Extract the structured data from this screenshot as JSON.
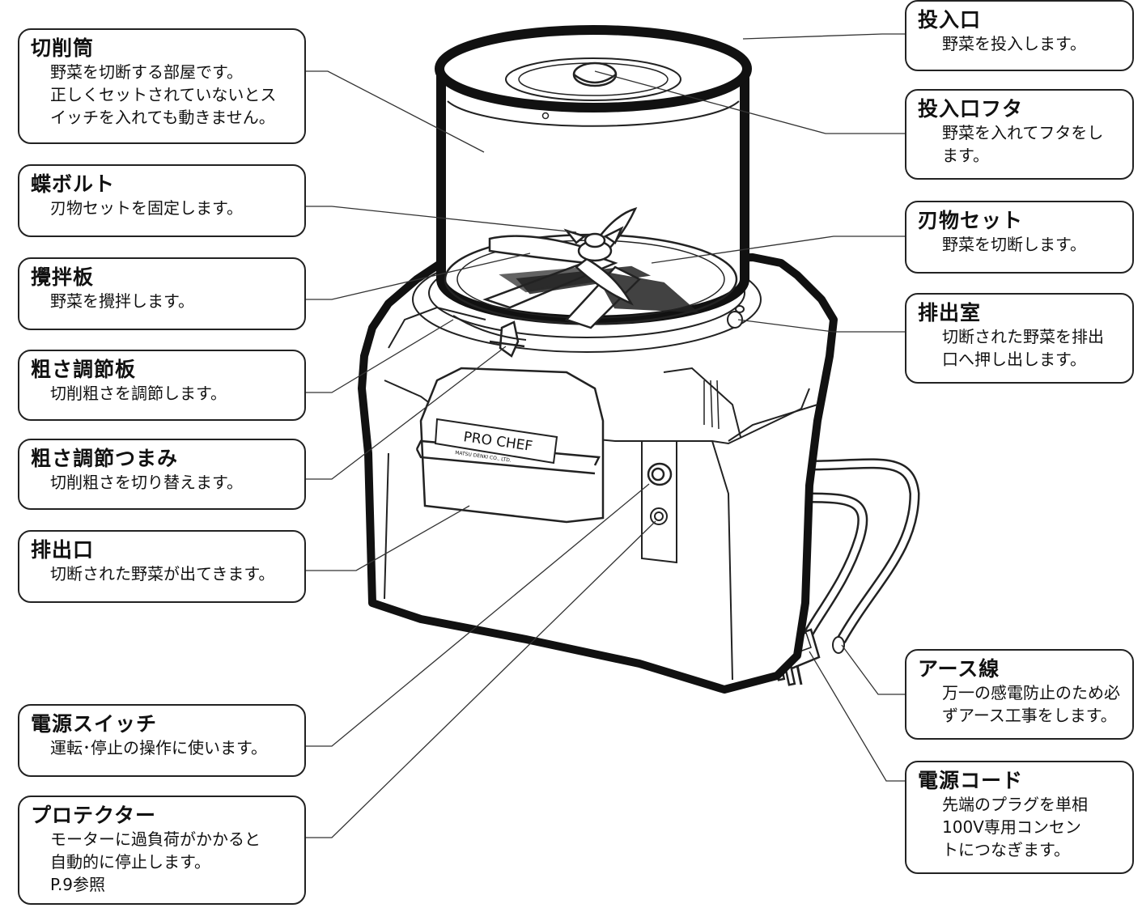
{
  "callouts": [
    {
      "id": "c0",
      "title": "切削筒",
      "desc": "野菜を切断する部屋です。\n正しくセットされていないとス\nイッチを入れても動きません。"
    },
    {
      "id": "c1",
      "title": "蝶ボルト",
      "desc": "刃物セットを固定します。"
    },
    {
      "id": "c2",
      "title": "攪拌板",
      "desc": "野菜を攪拌します。"
    },
    {
      "id": "c3",
      "title": "粗さ調節板",
      "desc": "切削粗さを調節します。"
    },
    {
      "id": "c4",
      "title": "粗さ調節つまみ",
      "desc": "切削粗さを切り替えます。"
    },
    {
      "id": "c5",
      "title": "排出口",
      "desc": "切断された野菜が出てきます。"
    },
    {
      "id": "c6",
      "title": "電源スイッチ",
      "desc": "運転･停止の操作に使います。"
    },
    {
      "id": "c7",
      "title": "プロテクター",
      "desc": "モーターに過負荷がかかると\n自動的に停止します。\nP.9参照"
    },
    {
      "id": "c8",
      "title": "投入口",
      "desc": "野菜を投入します。"
    },
    {
      "id": "c9",
      "title": "投入口フタ",
      "desc": "野菜を入れてフタをし\nます。"
    },
    {
      "id": "c10",
      "title": "刃物セット",
      "desc": "野菜を切断します。"
    },
    {
      "id": "c11",
      "title": "排出室",
      "desc": "切断された野菜を排出\n口へ押し出します。"
    },
    {
      "id": "c12",
      "title": "アース線",
      "desc": "万一の感電防止のため必\nずアース工事をします。"
    },
    {
      "id": "c13",
      "title": "電源コード",
      "desc": "先端のプラグを単相\n100V専用コンセン\nトにつなぎます。"
    }
  ],
  "machine": {
    "label_brand": "PRO CHEF",
    "label_sub": "MATSU DENKI CO., LTD."
  }
}
